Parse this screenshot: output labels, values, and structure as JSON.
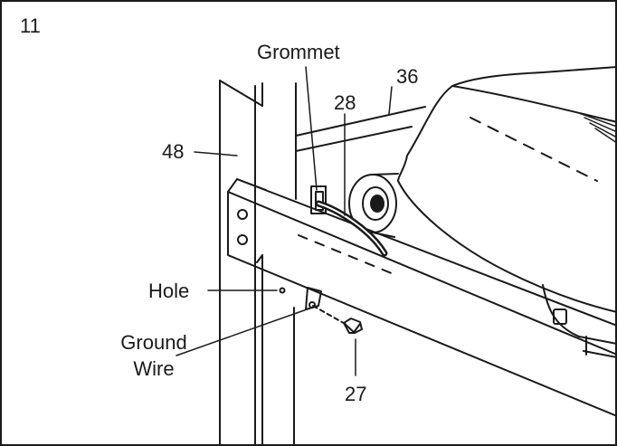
{
  "step_number": "11",
  "labels": {
    "grommet": "Grommet",
    "part_36": "36",
    "part_28": "28",
    "part_48": "48",
    "hole": "Hole",
    "ground_wire_line1": "Ground",
    "ground_wire_line2": "Wire",
    "part_27": "27"
  }
}
